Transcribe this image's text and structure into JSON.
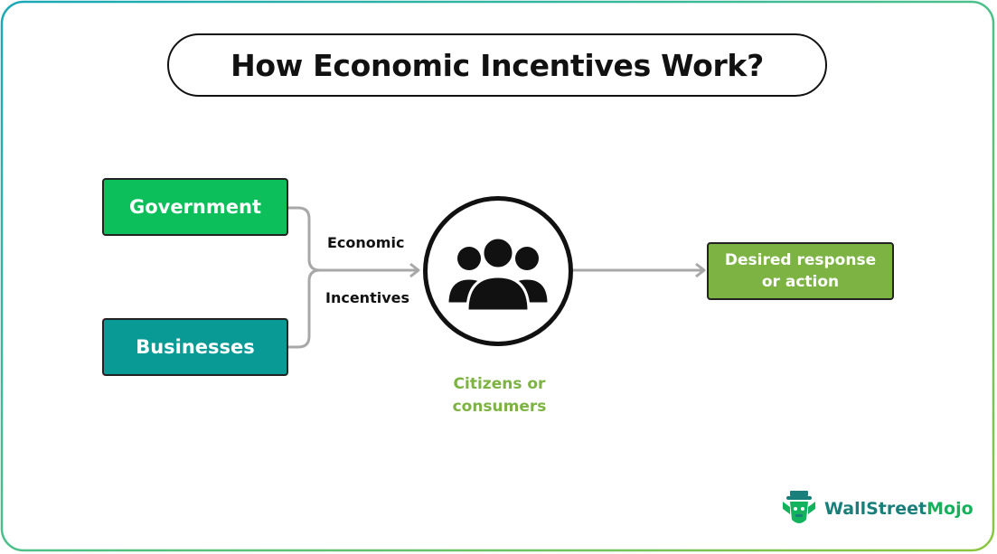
{
  "title": "How Economic Incentives Work?",
  "sources": [
    {
      "label": "Government",
      "color": "#0cbf5a"
    },
    {
      "label": "Businesses",
      "color": "#0a9a96"
    }
  ],
  "edge_labels": {
    "top": "Economic",
    "bottom": "Incentives"
  },
  "center": {
    "icon": "people-group-icon",
    "caption": "Citizens or consumers"
  },
  "result": {
    "label": "Desired response or action",
    "color": "#7db343"
  },
  "brand": {
    "wall_street": "WallStreet",
    "mojo": "Mojo"
  }
}
